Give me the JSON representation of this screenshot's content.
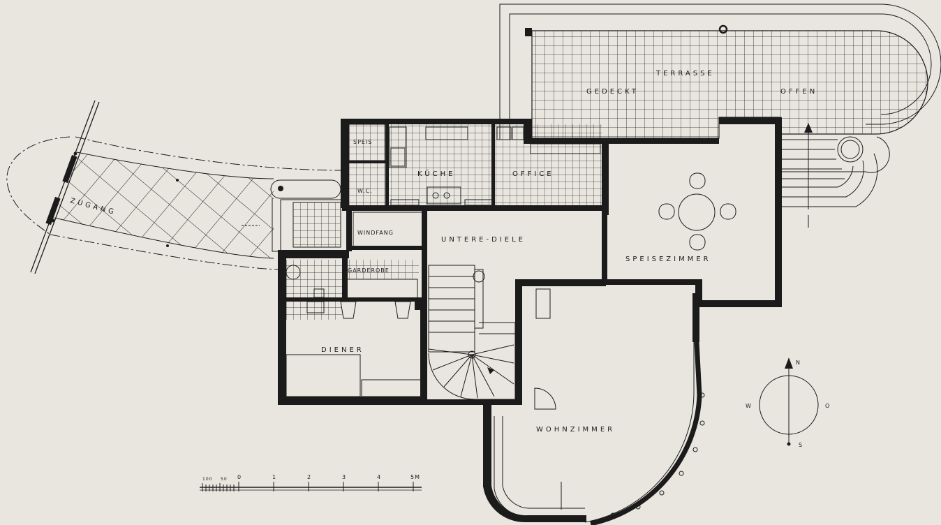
{
  "rooms": {
    "terrasse": "TERRASSE",
    "gedeckt": "GEDECKT",
    "offen": "OFFEN",
    "speis": "SPEIS",
    "kueche": "KÜCHE",
    "office": "OFFICE",
    "wc": "W.C.",
    "zugang": "ZUGANG",
    "windfang": "WINDFANG",
    "untere_diele": "UNTERE-DIELE",
    "speisezimmer": "SPEISEZIMMER",
    "garderobe": "GARDEROBE",
    "diener": "DIENER",
    "wohnzimmer": "WOHNZIMMER"
  },
  "compass": {
    "north": "N",
    "south": "S",
    "west": "W",
    "east": "O"
  },
  "scale_bar": {
    "labels": [
      "100",
      "50",
      "0",
      "1",
      "2",
      "3",
      "4",
      "5M"
    ]
  },
  "colors": {
    "paper": "#e9e6df",
    "ink": "#1b1b1b"
  }
}
